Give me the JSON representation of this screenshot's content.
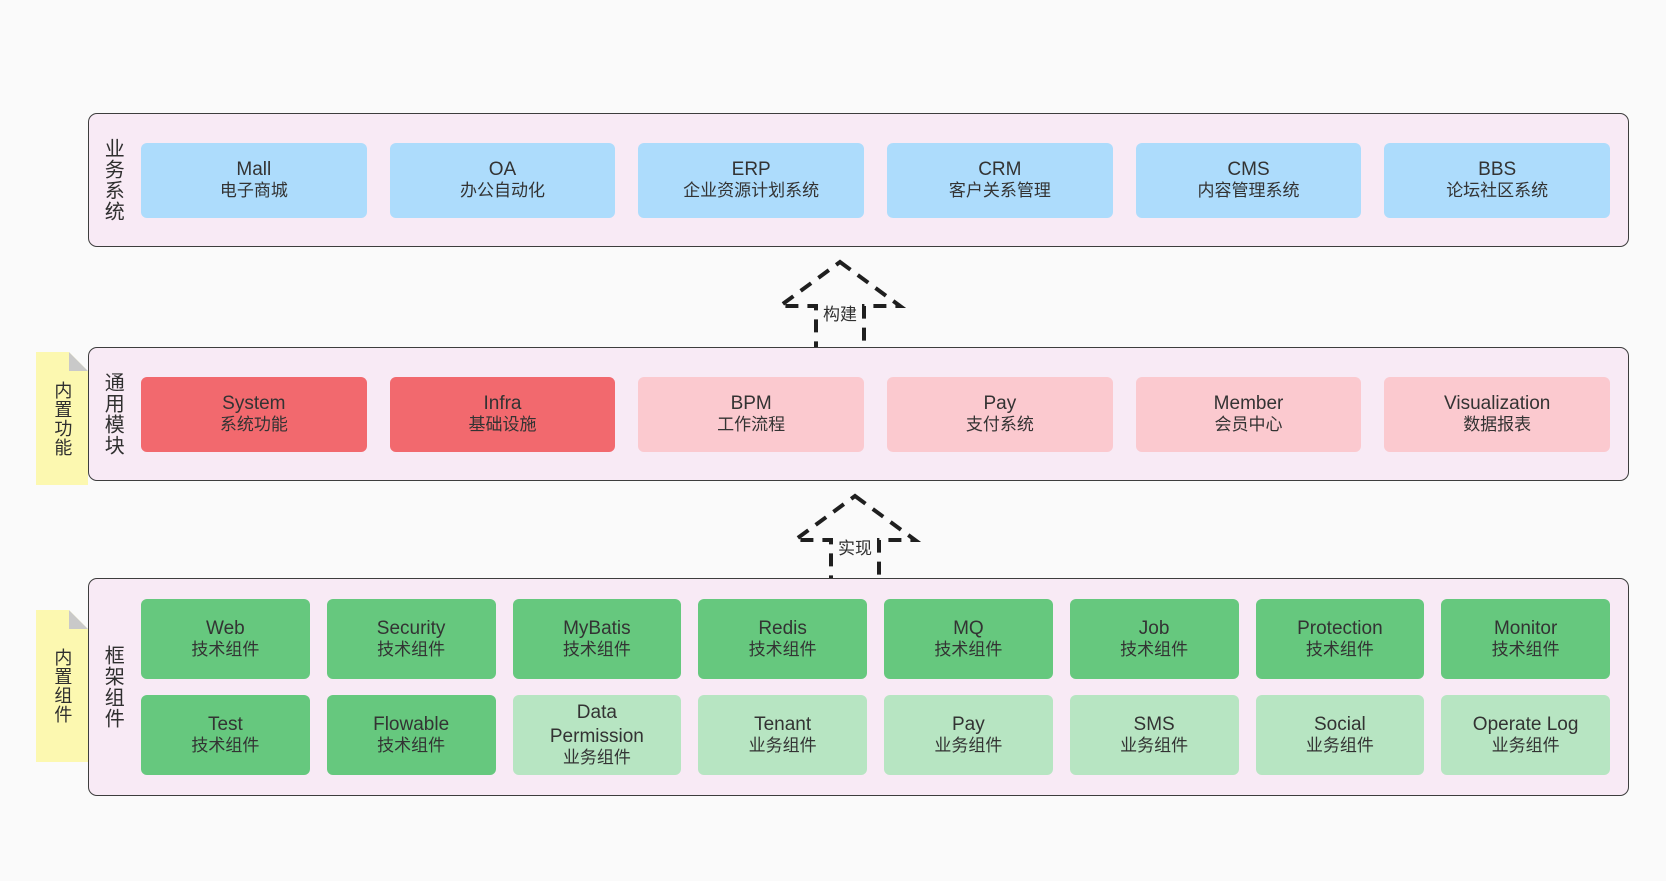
{
  "diagram": {
    "layers": [
      {
        "id": "business",
        "title": "业务系统",
        "rows": [
          {
            "cells": [
              {
                "t1": "Mall",
                "t2": "电子商城",
                "color": "blue"
              },
              {
                "t1": "OA",
                "t2": "办公自动化",
                "color": "blue"
              },
              {
                "t1": "ERP",
                "t2": "企业资源计划系统",
                "color": "blue"
              },
              {
                "t1": "CRM",
                "t2": "客户关系管理",
                "color": "blue"
              },
              {
                "t1": "CMS",
                "t2": "内容管理系统",
                "color": "blue"
              },
              {
                "t1": "BBS",
                "t2": "论坛社区系统",
                "color": "blue"
              }
            ]
          }
        ]
      },
      {
        "id": "common-module",
        "title": "通用模块",
        "note": "内置功能",
        "rows": [
          {
            "cells": [
              {
                "t1": "System",
                "t2": "系统功能",
                "color": "red"
              },
              {
                "t1": "Infra",
                "t2": "基础设施",
                "color": "red"
              },
              {
                "t1": "BPM",
                "t2": "工作流程",
                "color": "pinklight"
              },
              {
                "t1": "Pay",
                "t2": "支付系统",
                "color": "pinklight"
              },
              {
                "t1": "Member",
                "t2": "会员中心",
                "color": "pinklight"
              },
              {
                "t1": "Visualization",
                "t2": "数据报表",
                "color": "pinklight"
              }
            ]
          }
        ]
      },
      {
        "id": "framework-component",
        "title": "框架组件",
        "note": "内置组件",
        "rows": [
          {
            "cells": [
              {
                "t1": "Web",
                "t2": "技术组件",
                "color": "green"
              },
              {
                "t1": "Security",
                "t2": "技术组件",
                "color": "green"
              },
              {
                "t1": "MyBatis",
                "t2": "技术组件",
                "color": "green"
              },
              {
                "t1": "Redis",
                "t2": "技术组件",
                "color": "green"
              },
              {
                "t1": "MQ",
                "t2": "技术组件",
                "color": "green"
              },
              {
                "t1": "Job",
                "t2": "技术组件",
                "color": "green"
              },
              {
                "t1": "Protection",
                "t2": "技术组件",
                "color": "green"
              },
              {
                "t1": "Monitor",
                "t2": "技术组件",
                "color": "green"
              }
            ]
          },
          {
            "cells": [
              {
                "t1": "Test",
                "t2": "技术组件",
                "color": "green"
              },
              {
                "t1": "Flowable",
                "t2": "技术组件",
                "color": "green"
              },
              {
                "t1": "Data Permission",
                "t2": "业务组件",
                "color": "greenlight"
              },
              {
                "t1": "Tenant",
                "t2": "业务组件",
                "color": "greenlight"
              },
              {
                "t1": "Pay",
                "t2": "业务组件",
                "color": "greenlight"
              },
              {
                "t1": "SMS",
                "t2": "业务组件",
                "color": "greenlight"
              },
              {
                "t1": "Social",
                "t2": "业务组件",
                "color": "greenlight"
              },
              {
                "t1": "Operate Log",
                "t2": "业务组件",
                "color": "greenlight"
              }
            ]
          }
        ]
      }
    ],
    "connectors": [
      {
        "id": "build",
        "label": "构建"
      },
      {
        "id": "implement",
        "label": "实现"
      }
    ],
    "colors": {
      "background": "#fafafa",
      "layer_fill": "#f8eaf5",
      "layer_border": "#3d3d3d",
      "blue": "#addcfc",
      "red": "#f2696e",
      "pinklight": "#fbc9cf",
      "green": "#66c87e",
      "greenlight": "#b7e5c2",
      "note_fill": "#fcf8b0",
      "note_fold": "#c9c9c9",
      "text": "#333333"
    }
  }
}
